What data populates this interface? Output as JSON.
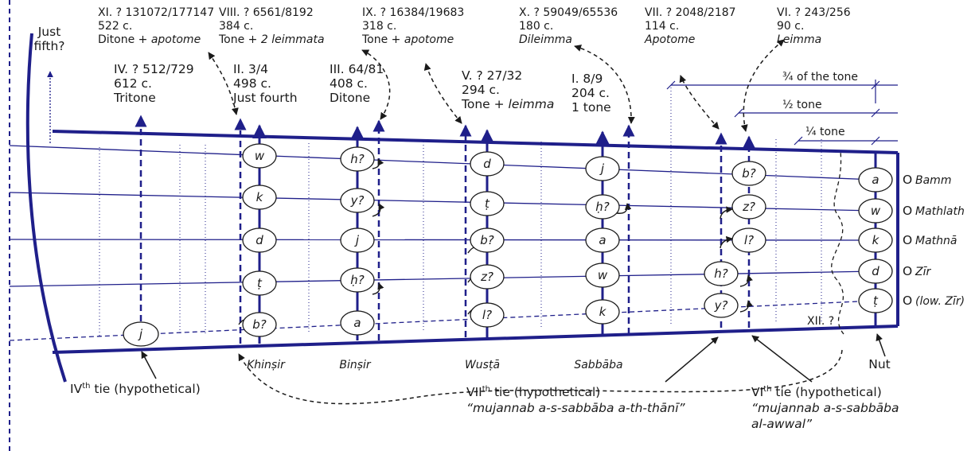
{
  "frets": [
    {
      "id": "IV",
      "lines": [
        "IV. ? 512/729",
        "612 c.",
        "Tritone"
      ]
    },
    {
      "id": "II",
      "lines": [
        "II. 3/4",
        "498 c.",
        "Just fourth"
      ]
    },
    {
      "id": "III",
      "lines": [
        "III. 64/81",
        "408 c.",
        "Ditone"
      ]
    },
    {
      "id": "V",
      "lines": [
        "V. ? 27/32",
        "294 c."
      ],
      "mixed": {
        "plain": "Tone + ",
        "italic": "leimma"
      }
    },
    {
      "id": "I",
      "lines": [
        "I. 8/9",
        "204 c.",
        "1 tone"
      ]
    },
    {
      "id": "XI",
      "lines": [
        "XI. ? 131072/177147",
        "522 c."
      ],
      "mixed": {
        "plain": "Ditone + ",
        "italic": "apotome"
      }
    },
    {
      "id": "VIII",
      "lines": [
        "VIII. ? 6561/8192",
        "384 c."
      ],
      "mixed": {
        "plain": "Tone + ",
        "italic": "2 leimmata"
      }
    },
    {
      "id": "IX",
      "lines": [
        "IX. ? 16384/19683",
        "318 c."
      ],
      "mixed": {
        "plain": "Tone + ",
        "italic": "apotome"
      }
    },
    {
      "id": "X",
      "lines": [
        "X. ? 59049/65536",
        "180 c."
      ],
      "italic_line": "Dileimma"
    },
    {
      "id": "VII",
      "lines": [
        "VII. ? 2048/2187",
        "114 c."
      ],
      "italic_line": "Apotome"
    },
    {
      "id": "VI",
      "lines": [
        "VI. ? 243/256",
        "90 c."
      ],
      "italic_line": "Leimma"
    }
  ],
  "just_fifth": [
    "Just",
    "fifth?"
  ],
  "xii_label": "XII. ?",
  "tone_fractions": [
    "¾ of the tone",
    "½ tone",
    "¼ tone"
  ],
  "strings": [
    "Bamm",
    "Mathlath",
    "Mathnā",
    "Zīr",
    "(low. Zīr)"
  ],
  "string_circle": "O",
  "fret_names": [
    "Khinṣir",
    "Binṣir",
    "Wusṭā",
    "Sabbāba"
  ],
  "nut_label": "Nut",
  "nodes": {
    "khinsir": [
      "w",
      "k",
      "d",
      "ṭ",
      "b?"
    ],
    "binsir": [
      "h?",
      "y?",
      "j",
      "ḥ?",
      "a"
    ],
    "wusta": [
      "d",
      "ṭ",
      "b?",
      "z?",
      "l?"
    ],
    "sabbaba": [
      "j",
      "ḥ?",
      "a",
      "w",
      "k"
    ],
    "fret_vi": [
      "b?",
      "z?",
      "l?"
    ],
    "fret_vii": [
      "h?",
      "y?"
    ],
    "nut": [
      "a",
      "w",
      "k",
      "d",
      "ṭ"
    ],
    "tritone": "j"
  },
  "ties": {
    "iv": {
      "main": "IV",
      "sup": "th",
      "rest": " tie (hypothetical)"
    },
    "vii": {
      "main": "VII",
      "sup": "th",
      "rest": " tie (hypothetical)",
      "quote": "“mujannab a-s-sabbāba a-th-thānī”"
    },
    "vi": {
      "main": "VI",
      "sup": "th",
      "rest": " tie (hypothetical)",
      "quote1": "“mujannab a-s-sabbāba",
      "quote2": "al-awwal”"
    }
  },
  "colors": {
    "navy": "#1f1f8a",
    "ink": "#1a1a1a"
  }
}
